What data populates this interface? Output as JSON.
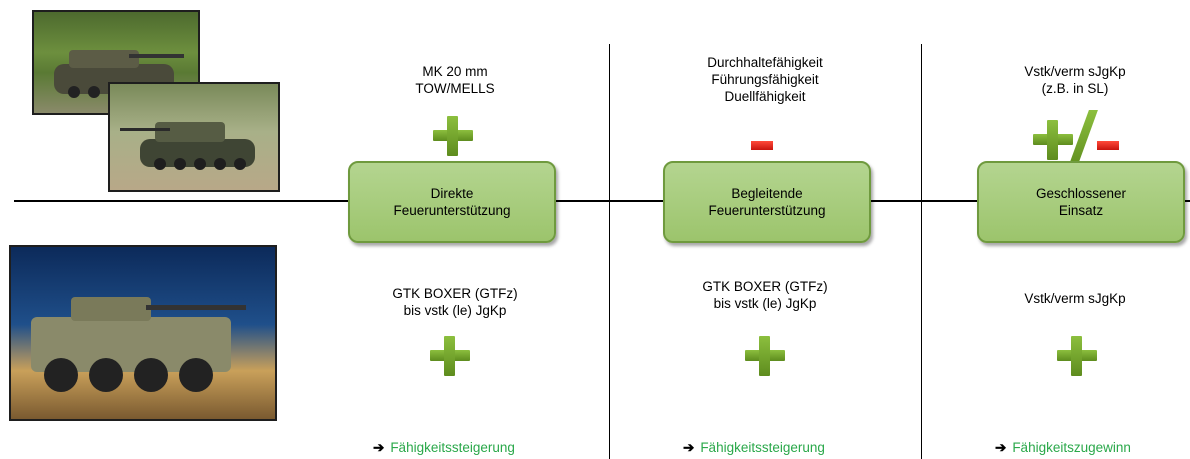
{
  "columns": [
    {
      "top_text": "MK 20 mm\nTOW/MELLS",
      "box_label": "Direkte\nFeuerunterstützung",
      "bottom_text": "GTK BOXER (GTFz)\nbis vstk (le) JgKp",
      "result_arrow": "➔",
      "result": "Fähigkeitssteigerung"
    },
    {
      "top_text": "Durchhaltefähigkeit\nFührungsfähigkeit\nDuellfähigkeit",
      "box_label": "Begleitende\nFeuerunterstützung",
      "bottom_text": "GTK BOXER (GTFz)\nbis vstk (le) JgKp",
      "result_arrow": "➔",
      "result": "Fähigkeitssteigerung"
    },
    {
      "top_text": "Vstk/verm sJgKp\n(z.B. in SL)",
      "box_label": "Geschlossener\nEinsatz",
      "bottom_text": "Vstk/verm sJgKp",
      "result_arrow": "➔",
      "result": "Fähigkeitszugewinn"
    }
  ],
  "top_ratings": [
    "plus",
    "minus",
    "plus/minus"
  ],
  "bottom_ratings": [
    "plus",
    "plus",
    "plus"
  ],
  "colors": {
    "box_fill": "#a9cd7e",
    "box_border": "#6f9a3e",
    "plus": "#6fa22c",
    "minus": "#e0201a",
    "result_text": "#2aa84a"
  },
  "images": [
    "tracked-vehicle-photo-1",
    "tracked-vehicle-photo-2",
    "wheeled-vehicle-photo"
  ]
}
